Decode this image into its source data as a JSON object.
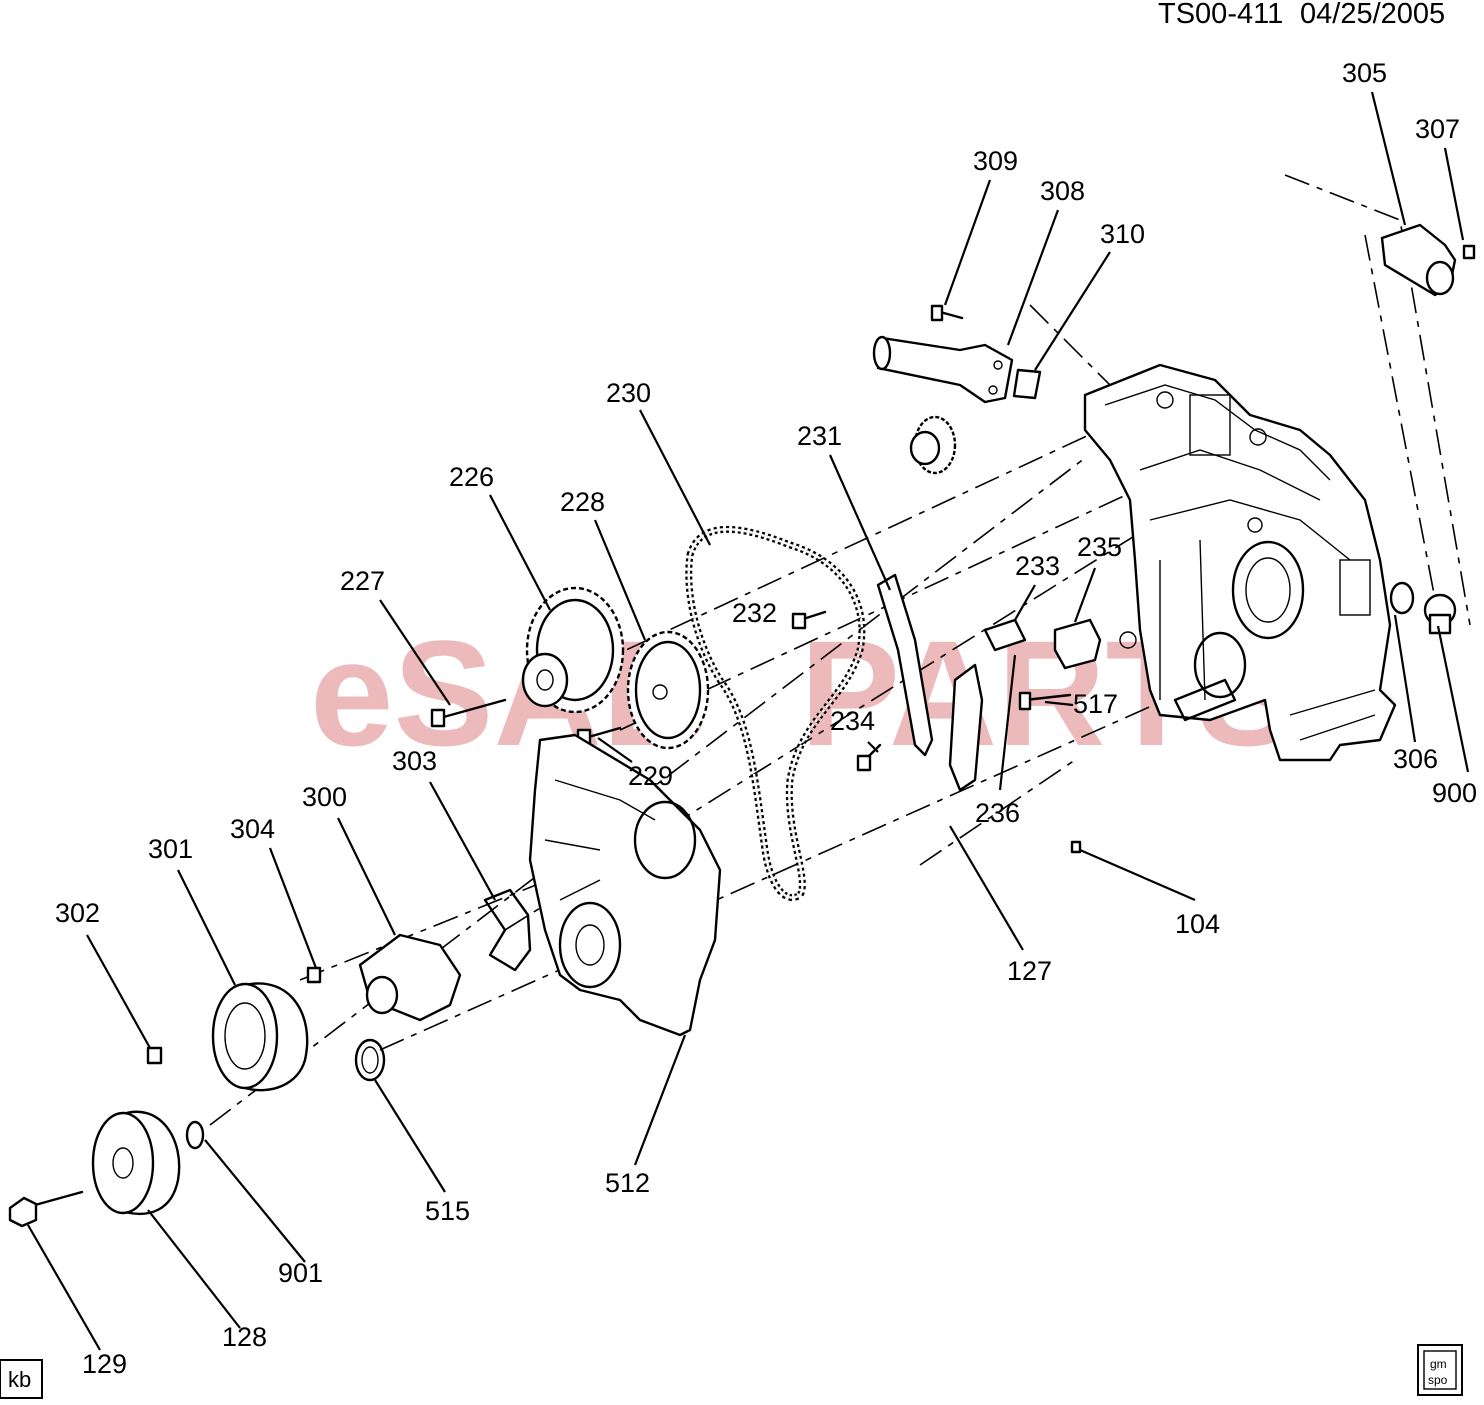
{
  "header": {
    "diagram_id": "TS00-411",
    "date": "04/25/2005"
  },
  "watermark": {
    "brand_prefix": "eSAB",
    "brand_suffix": "PARTS"
  },
  "corner_marks": {
    "author_initials": "kb",
    "seal_top": "gm",
    "seal_bottom": "spo"
  },
  "callouts": [
    {
      "id": "305",
      "label": "305"
    },
    {
      "id": "307",
      "label": "307"
    },
    {
      "id": "309",
      "label": "309"
    },
    {
      "id": "308",
      "label": "308"
    },
    {
      "id": "310",
      "label": "310"
    },
    {
      "id": "230",
      "label": "230"
    },
    {
      "id": "231",
      "label": "231"
    },
    {
      "id": "226",
      "label": "226"
    },
    {
      "id": "228",
      "label": "228"
    },
    {
      "id": "227",
      "label": "227"
    },
    {
      "id": "233",
      "label": "233"
    },
    {
      "id": "235",
      "label": "235"
    },
    {
      "id": "232",
      "label": "232"
    },
    {
      "id": "517",
      "label": "517"
    },
    {
      "id": "234",
      "label": "234"
    },
    {
      "id": "229",
      "label": "229"
    },
    {
      "id": "303",
      "label": "303"
    },
    {
      "id": "300",
      "label": "300"
    },
    {
      "id": "304",
      "label": "304"
    },
    {
      "id": "301",
      "label": "301"
    },
    {
      "id": "302",
      "label": "302"
    },
    {
      "id": "236",
      "label": "236"
    },
    {
      "id": "306",
      "label": "306"
    },
    {
      "id": "900",
      "label": "900"
    },
    {
      "id": "104",
      "label": "104"
    },
    {
      "id": "127",
      "label": "127"
    },
    {
      "id": "512",
      "label": "512"
    },
    {
      "id": "515",
      "label": "515"
    },
    {
      "id": "901",
      "label": "901"
    },
    {
      "id": "128",
      "label": "128"
    },
    {
      "id": "129",
      "label": "129"
    }
  ]
}
